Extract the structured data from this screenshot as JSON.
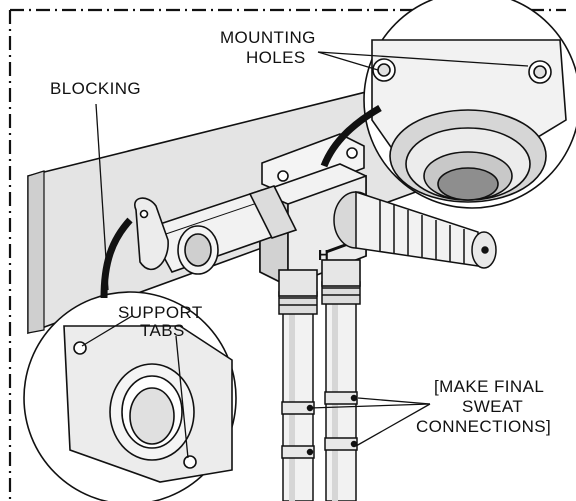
{
  "labels": {
    "mounting_holes": [
      "MOUNTING",
      "HOLES"
    ],
    "blocking": "BLOCKING",
    "support_tabs": [
      "SUPPORT",
      "TABS"
    ],
    "sweat_connections": [
      "[MAKE FINAL",
      "SWEAT",
      "CONNECTIONS]"
    ]
  },
  "valve_mark": "H",
  "colors": {
    "line": "#111111",
    "blocking_fill": "#e4e4e4",
    "body_fill": "#f2f2f2",
    "shade": "#cfcfcf",
    "dark_shade": "#9a9a9a"
  }
}
